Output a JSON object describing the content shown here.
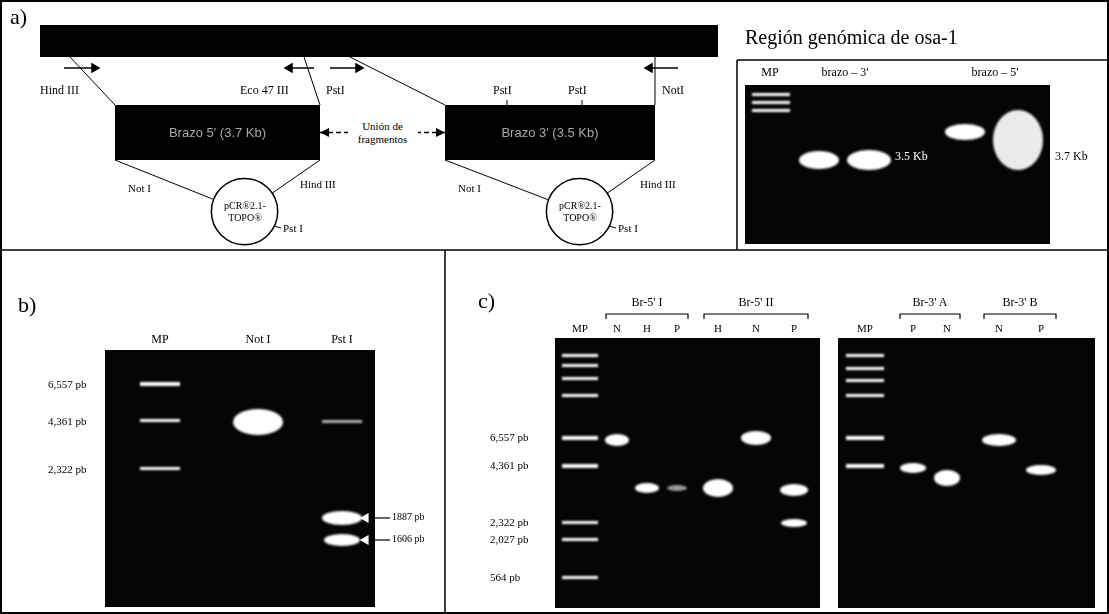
{
  "diagram": {
    "nodes": [
      {
        "text": [
          "Región genómica de osa-1"
        ]
      },
      {
        "text": [
          "Brazo 5' (3.7 Kb)"
        ]
      },
      {
        "text": [
          "Brazo 3' (3.5 Kb)"
        ]
      },
      {
        "text": [
          "pCR®2.1-TOPO®"
        ]
      },
      {
        "text": [
          "pCR®2.1-TOPO®"
        ]
      }
    ],
    "edges": [
      {
        "from": 0,
        "to": 1,
        "arrow": "none"
      },
      {
        "from": 0,
        "to": 2,
        "arrow": "none"
      },
      {
        "from": 1,
        "to": 2,
        "label": "Unión de fragmentos",
        "arrow": "both"
      },
      {
        "from": 1,
        "to": 3,
        "arrow": "none"
      },
      {
        "from": 2,
        "to": 4,
        "arrow": "none"
      }
    ],
    "labels": [
      "a)",
      "Hind III",
      "Eco 47 III",
      "PstI",
      "PstI",
      "PstI",
      "NotI",
      "Not I",
      "Hind III",
      "Pst I",
      "Not I",
      "Hind III",
      "Pst I",
      "MP",
      "brazo – 3'",
      "brazo – 5'",
      "3.5 Kb",
      "3.7 Kb",
      "b)",
      "MP",
      "Not I",
      "Pst I",
      "6,557 pb",
      "4,361 pb",
      "2,322 pb",
      "1887 pb",
      "1606 pb",
      "c)",
      "Br-5' I",
      "Br-5' II",
      "Br-3' A",
      "Br-3' B",
      "MP",
      "N",
      "H",
      "P",
      "H",
      "N",
      "P",
      "MP",
      "P",
      "N",
      "N",
      "P",
      "6,557 pb",
      "4,361 pb",
      "2,322 pb",
      "2,027 pb",
      "564 pb"
    ]
  }
}
